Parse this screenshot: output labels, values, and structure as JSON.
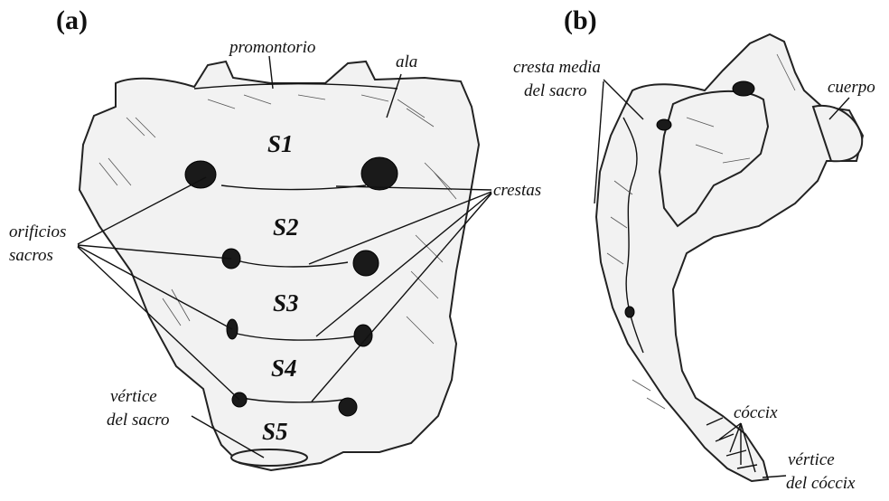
{
  "panels": {
    "a": "(a)",
    "b": "(b)"
  },
  "labels": {
    "promontorio": "promontorio",
    "ala": "ala",
    "crestas": "crestas",
    "orificios_1": "orificios",
    "orificios_2": "sacros",
    "vertice_sacro_1": "vértice",
    "vertice_sacro_2": "del sacro",
    "cresta_media_1": "cresta media",
    "cresta_media_2": "del sacro",
    "cuerpo": "cuerpo",
    "coccix": "cóccix",
    "vertice_coccix_1": "vértice",
    "vertice_coccix_2": "del cóccix"
  },
  "segments": [
    "S1",
    "S2",
    "S3",
    "S4",
    "S5"
  ]
}
